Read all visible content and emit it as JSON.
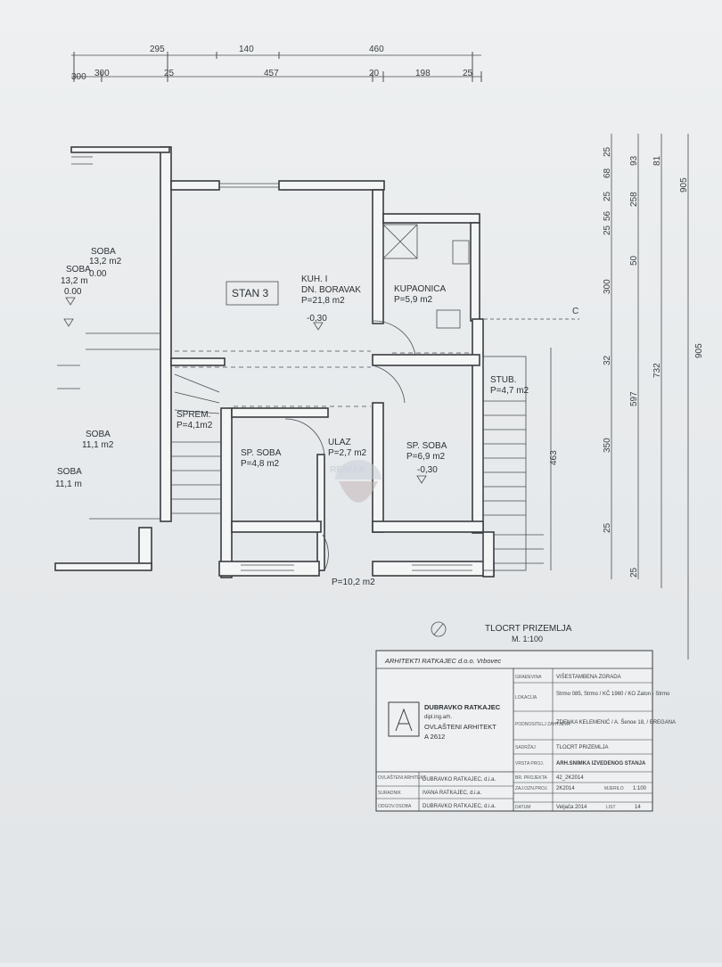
{
  "top_dimensions": {
    "row1": [
      "295",
      "140",
      "460"
    ],
    "row2": [
      "300",
      "300",
      "25",
      "457",
      "20",
      "198",
      "25"
    ]
  },
  "right_dimensions": {
    "col1": [
      "25",
      "68",
      "25",
      "56",
      "25",
      "300",
      "32",
      "350",
      "25",
      "25"
    ],
    "col2": [
      "93",
      "258",
      "81",
      "50",
      "597",
      "732"
    ],
    "col3": [
      "905",
      "905"
    ],
    "stair_dim": "463"
  },
  "section_marker": "C",
  "flat_label": "STAN 3",
  "rooms": {
    "kuhinja_line1": "KUH. I",
    "kuhinja_line2": "DN. BORAVAK",
    "kuhinja_area": "P=21,8 m2",
    "kupaonica": "KUPAONICA",
    "kupaonica_area": "P=5,9 m2",
    "stub": "STUB.",
    "stub_area": "P=4,7 m2",
    "sprem": "SPREM.",
    "sprem_area": "P=4,1m2",
    "ulaz": "ULAZ",
    "ulaz_area": "P=2,7 m2",
    "sp_soba_left": "SP. SOBA",
    "sp_soba_left_area": "P=4,8 m2",
    "sp_soba_right": "SP. SOBA",
    "sp_soba_right_area": "P=6,9 m2",
    "bottom_area": "P=10,2 m2",
    "neighbor_soba1": "SOBA",
    "neighbor_soba1_area": "13,2 m2",
    "neighbor_soba2": "SOBA",
    "neighbor_soba2_area": "13,2 m",
    "neighbor_soba3": "SOBA",
    "neighbor_soba3_area": "11,1 m2",
    "neighbor_soba4": "SOBA",
    "neighbor_soba4_area": "11,1 m",
    "level_000a": "0.00",
    "level_000b": "0.00",
    "level_030a": "-0,30",
    "level_030b": "-0,30"
  },
  "watermark": "RE/MAX",
  "drawing_title": "TLOCRT PRIZEMLJA",
  "drawing_scale": "M. 1:100",
  "title_block": {
    "office": "ARHITEKTI RATKAJEC d.o.o.   Vrbovec",
    "architect_name": "DUBRAVKO RATKAJEC",
    "architect_title": "dipl.ing.arh.",
    "architect_role": "OVLAŠTENI ARHITEKT",
    "architect_number": "A 2612",
    "rows": [
      {
        "label": "GRAĐEVINA",
        "value": "VIŠESTAMBENA ZGRADA"
      },
      {
        "label": "LOKACIJA",
        "value": "Strmo 085, Strmo / KČ 1960 / KO Zaton - Strmo"
      },
      {
        "label": "PODNOSITELJ ZAHTJEVA",
        "value": "ZDENKA KELEMENIĆ / A. Šenoe 18, / BREGANA"
      },
      {
        "label": "SADRŽAJ",
        "value": "TLOCRT PRIZEMLJA"
      },
      {
        "label": "VRSTA PROJ.",
        "value": "ARH.SNIMKA IZVEDENOG STANJA"
      },
      {
        "label": "BR. PROJEKTA",
        "value": "42_2K2014"
      },
      {
        "label": "ZAJ.OZN.PROJ.",
        "value": "2K2014"
      },
      {
        "label": "DATUM",
        "value": "Veljača 2014"
      }
    ],
    "scale_label": "MJERILO",
    "scale_value": "1:100",
    "sheet_label": "LIST",
    "sheet_value": "14",
    "staff": [
      {
        "label": "OVLAŠTENI ARHITEKT",
        "value": "DUBRAVKO RATKAJEC, d.i.a."
      },
      {
        "label": "SURADNIK",
        "value": "IVANA RATKAJEC, d.i.a."
      },
      {
        "label": "ODGOV.OSOBA",
        "value": "DUBRAVKO RATKAJEC, d.i.a."
      }
    ]
  },
  "colors": {
    "paper": "#eaedef",
    "ink": "#383c40",
    "watermark": "#b9c4d6"
  }
}
